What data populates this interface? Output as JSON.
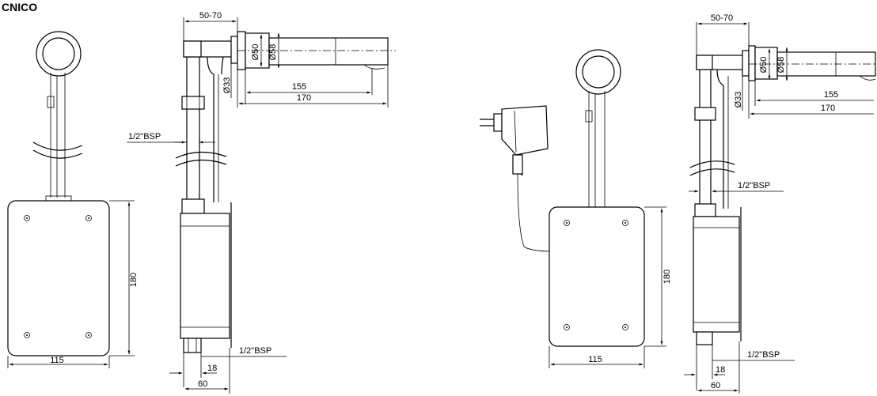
{
  "header": {
    "title": "CNICO"
  },
  "labels": {
    "d_50_70": "50-70",
    "d_phi50": "Ø50",
    "d_phi58": "Ø58",
    "d_phi33": "Ø33",
    "d_155": "155",
    "d_170": "170",
    "d_bsp": "1/2\"BSP",
    "d_180": "180",
    "d_115": "115",
    "d_18": "18",
    "d_60": "60"
  }
}
